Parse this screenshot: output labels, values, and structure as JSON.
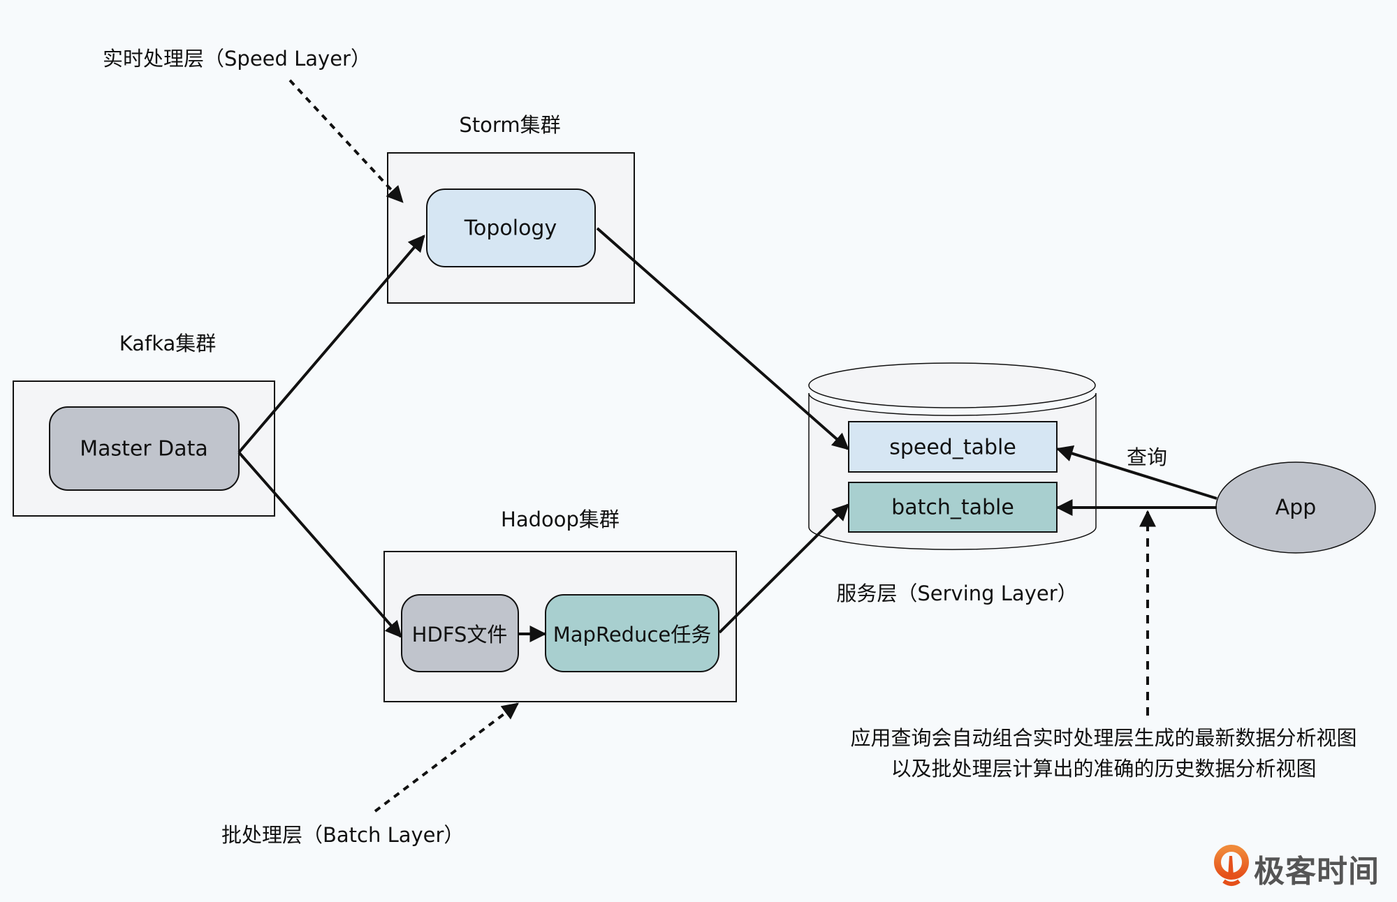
{
  "diagram": {
    "title": "Lambda Architecture",
    "labels": {
      "speed_layer": "实时处理层（Speed Layer）",
      "batch_layer": "批处理层（Batch Layer）",
      "serving_layer": "服务层（Serving Layer）",
      "query": "查询"
    },
    "clusters": {
      "storm": "Storm集群",
      "kafka": "Kafka集群",
      "hadoop": "Hadoop集群"
    },
    "nodes": {
      "topology": "Topology",
      "master_data": "Master Data",
      "hdfs": "HDFS文件",
      "mapreduce": "MapReduce任务",
      "speed_table": "speed_table",
      "batch_table": "batch_table",
      "app": "App"
    },
    "note": {
      "line1": "应用查询会自动组合实时处理层生成的最新数据分析视图",
      "line2": "以及批处理层计算出的准确的历史数据分析视图"
    },
    "edges": [
      {
        "from": "master_data",
        "to": "topology",
        "style": "solid"
      },
      {
        "from": "master_data",
        "to": "hdfs",
        "style": "solid"
      },
      {
        "from": "hdfs",
        "to": "mapreduce",
        "style": "solid"
      },
      {
        "from": "topology",
        "to": "speed_table",
        "style": "solid"
      },
      {
        "from": "mapreduce",
        "to": "batch_table",
        "style": "solid"
      },
      {
        "from": "app",
        "to": "speed_table",
        "style": "solid",
        "label": "查询"
      },
      {
        "from": "app",
        "to": "batch_table",
        "style": "solid"
      },
      {
        "from": "speed_layer_label",
        "to": "storm",
        "style": "dashed"
      },
      {
        "from": "batch_layer_label",
        "to": "hadoop",
        "style": "dashed"
      },
      {
        "from": "note",
        "to": "app_batch_edge",
        "style": "dashed"
      }
    ],
    "colors": {
      "background": "#f7fafc",
      "cluster_fill": "#f4f5f7",
      "speed_fill": "#d6e6f3",
      "gray_fill": "#c0c4cc",
      "teal_fill": "#a8cfcf",
      "stroke": "#111111"
    }
  },
  "brand": {
    "name": "极客时间",
    "color": "#ee6c1e"
  }
}
